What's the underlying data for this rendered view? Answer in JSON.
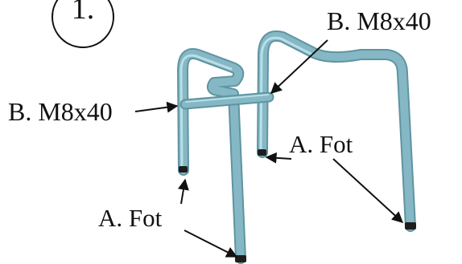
{
  "step": {
    "number": "1."
  },
  "labels": {
    "b_top": "B. M8x40",
    "b_left": "B. M8x40",
    "a_right": "A. Fot",
    "a_left": "A. Fot"
  },
  "colors": {
    "tube": "#85b8c4",
    "tube_dark": "#5f94a2",
    "tube_light": "#b9dfe6",
    "ink": "#111111",
    "background": "#ffffff"
  }
}
